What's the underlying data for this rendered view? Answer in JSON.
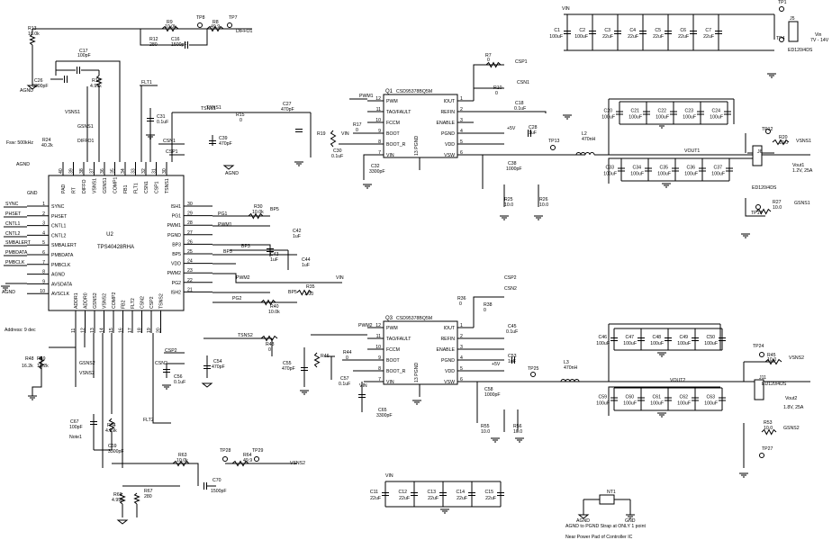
{
  "controller": {
    "ref": "U2",
    "part": "TPS40428RHA",
    "left_pins": [
      {
        "num": "1",
        "name": "SYNC"
      },
      {
        "num": "2",
        "name": "PHSET"
      },
      {
        "num": "3",
        "name": "CNTL1"
      },
      {
        "num": "4",
        "name": "CNTL2"
      },
      {
        "num": "5",
        "name": "SMBALERT"
      },
      {
        "num": "6",
        "name": "PMBDATA"
      },
      {
        "num": "7",
        "name": "PMBCLK"
      },
      {
        "num": "8",
        "name": "AGND"
      },
      {
        "num": "9",
        "name": "AVSDATA"
      },
      {
        "num": "10",
        "name": "AVSCLK"
      }
    ],
    "right_pins": [
      {
        "num": "30",
        "name": "ISH1"
      },
      {
        "num": "29",
        "name": "PG1"
      },
      {
        "num": "28",
        "name": "PWM1"
      },
      {
        "num": "27",
        "name": "PGND"
      },
      {
        "num": "26",
        "name": "BP3"
      },
      {
        "num": "25",
        "name": "BP5"
      },
      {
        "num": "24",
        "name": "VDD"
      },
      {
        "num": "23",
        "name": "PWM2"
      },
      {
        "num": "22",
        "name": "PG2"
      },
      {
        "num": "21",
        "name": "ISH2"
      }
    ],
    "top_pins": [
      {
        "num": "40",
        "name": "PAD"
      },
      {
        "num": "39",
        "name": "RT"
      },
      {
        "num": "38",
        "name": "DIFFO"
      },
      {
        "num": "37",
        "name": "VSNS1"
      },
      {
        "num": "36",
        "name": "GSNS1"
      },
      {
        "num": "35",
        "name": "COMP1"
      },
      {
        "num": "34",
        "name": "FB1"
      },
      {
        "num": "33",
        "name": "FLT1"
      },
      {
        "num": "32",
        "name": "CSN1"
      },
      {
        "num": "31",
        "name": "CSP1"
      },
      {
        "num": "30",
        "name": "TSNS1"
      }
    ],
    "bottom_pins": [
      {
        "num": "11",
        "name": "ADDR1"
      },
      {
        "num": "12",
        "name": "ADDR0"
      },
      {
        "num": "13",
        "name": "GSNS2"
      },
      {
        "num": "14",
        "name": "VSNS2"
      },
      {
        "num": "15",
        "name": "COMP2"
      },
      {
        "num": "16",
        "name": "FB2"
      },
      {
        "num": "17",
        "name": "FLT2"
      },
      {
        "num": "18",
        "name": "CSN2"
      },
      {
        "num": "19",
        "name": "CSP2"
      },
      {
        "num": "20",
        "name": "TSNS2"
      }
    ]
  },
  "powerstages": [
    {
      "ref": "Q1",
      "part": "CSD95378BQ5M",
      "left_pins": [
        {
          "num": "12",
          "name": "PWM"
        },
        {
          "num": "11",
          "name": "TAO/FAULT"
        },
        {
          "num": "10",
          "name": "FCCM"
        },
        {
          "num": "9",
          "name": "BOOT"
        },
        {
          "num": "8",
          "name": "BOOT_R"
        },
        {
          "num": "7",
          "name": "VIN"
        }
      ],
      "right_pins": [
        {
          "num": "1",
          "name": "IOUT"
        },
        {
          "num": "2",
          "name": "REFIN"
        },
        {
          "num": "3",
          "name": "ENABLE"
        },
        {
          "num": "4",
          "name": "PGND"
        },
        {
          "num": "5",
          "name": "VDD"
        },
        {
          "num": "6",
          "name": "VSW"
        }
      ],
      "bottom": "13 PGND"
    },
    {
      "ref": "Q3",
      "part": "CSD95378BQ5M",
      "left_pins": [
        {
          "num": "12",
          "name": "PWM"
        },
        {
          "num": "11",
          "name": "TAO/FAULT"
        },
        {
          "num": "10",
          "name": "FCCM"
        },
        {
          "num": "9",
          "name": "BOOT"
        },
        {
          "num": "8",
          "name": "BOOT_R"
        },
        {
          "num": "7",
          "name": "VIN"
        }
      ],
      "right_pins": [
        {
          "num": "1",
          "name": "IOUT"
        },
        {
          "num": "2",
          "name": "REFIN"
        },
        {
          "num": "3",
          "name": "ENABLE"
        },
        {
          "num": "4",
          "name": "PGND"
        },
        {
          "num": "5",
          "name": "VDD"
        },
        {
          "num": "6",
          "name": "VSW"
        }
      ],
      "bottom": "13 PGND"
    }
  ],
  "input_caps": [
    {
      "ref": "C1",
      "val": "100uF"
    },
    {
      "ref": "C2",
      "val": "100uF"
    },
    {
      "ref": "C3",
      "val": "22uF"
    },
    {
      "ref": "C4",
      "val": "22uF"
    },
    {
      "ref": "C5",
      "val": "22uF"
    },
    {
      "ref": "C6",
      "val": "22uF"
    },
    {
      "ref": "C7",
      "val": "22uF"
    }
  ],
  "input_caps2": [
    {
      "ref": "C11",
      "val": "22uF"
    },
    {
      "ref": "C12",
      "val": "22uF"
    },
    {
      "ref": "C13",
      "val": "22uF"
    },
    {
      "ref": "C14",
      "val": "22uF"
    },
    {
      "ref": "C15",
      "val": "22uF"
    }
  ],
  "out1_caps_top": [
    {
      "ref": "C20",
      "val": "100uF"
    },
    {
      "ref": "C21",
      "val": "100uF"
    },
    {
      "ref": "C22",
      "val": "100uF"
    },
    {
      "ref": "C23",
      "val": "100uF"
    },
    {
      "ref": "C24",
      "val": "100uF"
    }
  ],
  "out1_caps_bot": [
    {
      "ref": "C33",
      "val": "100uF"
    },
    {
      "ref": "C34",
      "val": "100uF"
    },
    {
      "ref": "C35",
      "val": "100uF"
    },
    {
      "ref": "C36",
      "val": "100uF"
    },
    {
      "ref": "C37",
      "val": "100uF"
    }
  ],
  "out2_caps_top": [
    {
      "ref": "C46",
      "val": "100uF"
    },
    {
      "ref": "C47",
      "val": "100uF"
    },
    {
      "ref": "C48",
      "val": "100uF"
    },
    {
      "ref": "C49",
      "val": "100uF"
    },
    {
      "ref": "C50",
      "val": "100uF"
    }
  ],
  "out2_caps_bot": [
    {
      "ref": "C59",
      "val": "100uF"
    },
    {
      "ref": "C60",
      "val": "100uF"
    },
    {
      "ref": "C61",
      "val": "100uF"
    },
    {
      "ref": "C62",
      "val": "100uF"
    },
    {
      "ref": "C63",
      "val": "100uF"
    }
  ],
  "labels": [
    {
      "id": "tp8",
      "t": "TP8"
    },
    {
      "id": "tp7",
      "t": "TP7"
    },
    {
      "id": "diffo1",
      "t": "DIFFO1"
    },
    {
      "id": "r9",
      "t": "R9"
    },
    {
      "id": "r9v",
      "t": "10.0k"
    },
    {
      "id": "r8",
      "t": "R8"
    },
    {
      "id": "r8v",
      "t": "49.9"
    },
    {
      "id": "r12",
      "t": "R12"
    },
    {
      "id": "r12v",
      "t": "280"
    },
    {
      "id": "c16",
      "t": "C16"
    },
    {
      "id": "c16v",
      "t": "1500pF"
    },
    {
      "id": "r13",
      "t": "R13"
    },
    {
      "id": "r13v",
      "t": "10.0k"
    },
    {
      "id": "agnd1",
      "t": "AGND"
    },
    {
      "id": "c17",
      "t": "C17"
    },
    {
      "id": "c17v",
      "t": "100pF"
    },
    {
      "id": "c26",
      "t": "C26"
    },
    {
      "id": "c26v",
      "t": "3300pF"
    },
    {
      "id": "r16",
      "t": "R16"
    },
    {
      "id": "r16v",
      "t": "4.99k"
    },
    {
      "id": "flt1",
      "t": "FLT1"
    },
    {
      "id": "c31",
      "t": "C31"
    },
    {
      "id": "c31v",
      "t": "0.1uF"
    },
    {
      "id": "vsns1",
      "t": "VSNS1"
    },
    {
      "id": "gsns1",
      "t": "GSNS1"
    },
    {
      "id": "diffo1b",
      "t": "DIFFO1"
    },
    {
      "id": "csn1",
      "t": "CSN1"
    },
    {
      "id": "csp1",
      "t": "CSP1"
    },
    {
      "id": "tsns1",
      "t": "TSNS1"
    },
    {
      "id": "c39",
      "t": "C39"
    },
    {
      "id": "c39v",
      "t": "470pF"
    },
    {
      "id": "agnd2",
      "t": "AGND"
    },
    {
      "id": "fsw",
      "t": "Fsw: 500kHz"
    },
    {
      "id": "r24",
      "t": "R24"
    },
    {
      "id": "r24v",
      "t": "40.2k"
    },
    {
      "id": "agnd3",
      "t": "AGND"
    },
    {
      "id": "gnd1",
      "t": "GND"
    },
    {
      "id": "sync",
      "t": "SYNC"
    },
    {
      "id": "phset",
      "t": "PHSET"
    },
    {
      "id": "cntl1",
      "t": "CNTL1"
    },
    {
      "id": "cntl2",
      "t": "CNTL2"
    },
    {
      "id": "smbalert",
      "t": "SMBALERT"
    },
    {
      "id": "pmbdata",
      "t": "PMBDATA"
    },
    {
      "id": "pmbclk",
      "t": "PMBCLK"
    },
    {
      "id": "agnd4",
      "t": "AGND"
    },
    {
      "id": "pg1",
      "t": "PG1"
    },
    {
      "id": "pwm1",
      "t": "PWM1"
    },
    {
      "id": "r30",
      "t": "R30"
    },
    {
      "id": "r30v",
      "t": "10.0k"
    },
    {
      "id": "bp5a",
      "t": "BP5"
    },
    {
      "id": "c42",
      "t": "C42"
    },
    {
      "id": "c42v",
      "t": "1uF"
    },
    {
      "id": "bp3",
      "t": "BP3"
    },
    {
      "id": "bp5b",
      "t": "BP5"
    },
    {
      "id": "c43",
      "t": "C43"
    },
    {
      "id": "c43v",
      "t": "1uF"
    },
    {
      "id": "c44",
      "t": "C44"
    },
    {
      "id": "c44v",
      "t": "1uF"
    },
    {
      "id": "vin1",
      "t": "VIN"
    },
    {
      "id": "pwm2",
      "t": "PWM2"
    },
    {
      "id": "r35",
      "t": "R35"
    },
    {
      "id": "r35v",
      "t": "1.00"
    },
    {
      "id": "pg2",
      "t": "PG2"
    },
    {
      "id": "bp5c",
      "t": "BP5"
    },
    {
      "id": "r40",
      "t": "R40"
    },
    {
      "id": "r40v",
      "t": "10.0k"
    },
    {
      "id": "pwm1b",
      "t": "PWM1"
    },
    {
      "id": "r7",
      "t": "R7"
    },
    {
      "id": "r7v",
      "t": "0"
    },
    {
      "id": "csp1b",
      "t": "CSP1"
    },
    {
      "id": "r10",
      "t": "R10"
    },
    {
      "id": "r10v",
      "t": "0"
    },
    {
      "id": "csn1b",
      "t": "CSN1"
    },
    {
      "id": "c18",
      "t": "C18"
    },
    {
      "id": "c18v",
      "t": "0.1uF"
    },
    {
      "id": "tsns1b",
      "t": "TSNS1"
    },
    {
      "id": "r15",
      "t": "R15"
    },
    {
      "id": "r15v",
      "t": "0"
    },
    {
      "id": "c27",
      "t": "C27"
    },
    {
      "id": "c27v",
      "t": "470pF"
    },
    {
      "id": "r19",
      "t": "R19"
    },
    {
      "id": "r17",
      "t": "R17"
    },
    {
      "id": "r17v",
      "t": "0"
    },
    {
      "id": "c30",
      "t": "C30"
    },
    {
      "id": "c30v",
      "t": "0.1uF"
    },
    {
      "id": "c32",
      "t": "C32"
    },
    {
      "id": "c32v",
      "t": "3300pF"
    },
    {
      "id": "vin2",
      "t": "VIN"
    },
    {
      "id": "p5v1",
      "t": "+5V"
    },
    {
      "id": "c28",
      "t": "C28"
    },
    {
      "id": "c28v",
      "t": "1uF"
    },
    {
      "id": "tp13",
      "t": "TP13"
    },
    {
      "id": "l2",
      "t": "L2"
    },
    {
      "id": "l2v",
      "t": "470nH"
    },
    {
      "id": "c38",
      "t": "C38"
    },
    {
      "id": "c38v",
      "t": "1000pF"
    },
    {
      "id": "r25",
      "t": "R25"
    },
    {
      "id": "r25v",
      "t": "10.0"
    },
    {
      "id": "r26",
      "t": "R26"
    },
    {
      "id": "r26v",
      "t": "10.0"
    },
    {
      "id": "vin3",
      "t": "VIN"
    },
    {
      "id": "tp1",
      "t": "TP1"
    },
    {
      "id": "j5",
      "t": "J5"
    },
    {
      "id": "vinrange",
      "t": "Vin"
    },
    {
      "id": "vinrange2",
      "t": "7V - 14V"
    },
    {
      "id": "tp4",
      "t": "TP4"
    },
    {
      "id": "ed120",
      "t": "ED120/4DS"
    },
    {
      "id": "tp12",
      "t": "TP12"
    },
    {
      "id": "r20",
      "t": "R20"
    },
    {
      "id": "r20v",
      "t": "10.0"
    },
    {
      "id": "vsns1b",
      "t": "VSNS1"
    },
    {
      "id": "vout1",
      "t": "VOUT1"
    },
    {
      "id": "j6",
      "t": "J6"
    },
    {
      "id": "vout1r",
      "t": "Vout1"
    },
    {
      "id": "vout1v",
      "t": "1.2V, 25A"
    },
    {
      "id": "ed120b",
      "t": "ED120/4DS"
    },
    {
      "id": "r27",
      "t": "R27"
    },
    {
      "id": "r27v",
      "t": "10.0"
    },
    {
      "id": "gsns1b",
      "t": "GSNS1"
    },
    {
      "id": "tp17",
      "t": "TP17"
    },
    {
      "id": "addr",
      "t": "Address: 9 dec"
    },
    {
      "id": "r48",
      "t": "R48"
    },
    {
      "id": "r48v",
      "t": "16.2k"
    },
    {
      "id": "r49",
      "t": "R49"
    },
    {
      "id": "r49v",
      "t": "16.2k"
    },
    {
      "id": "gsns2",
      "t": "GSNS2"
    },
    {
      "id": "vsns2",
      "t": "VSNS2"
    },
    {
      "id": "csp2",
      "t": "CSP2"
    },
    {
      "id": "csn2",
      "t": "CSN2"
    },
    {
      "id": "c54",
      "t": "C54"
    },
    {
      "id": "c54v",
      "t": "470pF"
    },
    {
      "id": "c56",
      "t": "C56"
    },
    {
      "id": "c56v",
      "t": "0.1uF"
    },
    {
      "id": "flt2",
      "t": "FLT2"
    },
    {
      "id": "c67",
      "t": "C67"
    },
    {
      "id": "c67v",
      "t": "100pF"
    },
    {
      "id": "note1",
      "t": "Note1"
    },
    {
      "id": "r54",
      "t": "R54"
    },
    {
      "id": "r54v",
      "t": "4.99k"
    },
    {
      "id": "c69",
      "t": "C69"
    },
    {
      "id": "c69v",
      "t": "3300pF"
    },
    {
      "id": "r63",
      "t": "R63"
    },
    {
      "id": "r63v",
      "t": "10.0k"
    },
    {
      "id": "tp28",
      "t": "TP28"
    },
    {
      "id": "tp29",
      "t": "TP29"
    },
    {
      "id": "r64",
      "t": "R64"
    },
    {
      "id": "r64v",
      "t": "49.9"
    },
    {
      "id": "vsns2b",
      "t": "VSNS2"
    },
    {
      "id": "c70",
      "t": "C70"
    },
    {
      "id": "c70v",
      "t": "1500pF"
    },
    {
      "id": "r66",
      "t": "R66"
    },
    {
      "id": "r66v",
      "t": "4.99k"
    },
    {
      "id": "r67",
      "t": "R67"
    },
    {
      "id": "r67v",
      "t": "280"
    },
    {
      "id": "tsns2",
      "t": "TSNS2"
    },
    {
      "id": "r43",
      "t": "R43"
    },
    {
      "id": "r43v",
      "t": "0"
    },
    {
      "id": "pwm2b",
      "t": "PWM2"
    },
    {
      "id": "c55",
      "t": "C55"
    },
    {
      "id": "c55v",
      "t": "470pF"
    },
    {
      "id": "r46",
      "t": "R46"
    },
    {
      "id": "r44",
      "t": "R44"
    },
    {
      "id": "r44v",
      "t": "0"
    },
    {
      "id": "c57",
      "t": "C57"
    },
    {
      "id": "c57v",
      "t": "0.1uF"
    },
    {
      "id": "vin4",
      "t": "VIN"
    },
    {
      "id": "c65",
      "t": "C65"
    },
    {
      "id": "c65v",
      "t": "3300pF"
    },
    {
      "id": "csp2b",
      "t": "CSP2"
    },
    {
      "id": "csn2b",
      "t": "CSN2"
    },
    {
      "id": "r36",
      "t": "R36"
    },
    {
      "id": "r36v",
      "t": "0"
    },
    {
      "id": "r38",
      "t": "R38"
    },
    {
      "id": "r38v",
      "t": "0"
    },
    {
      "id": "c45",
      "t": "C45"
    },
    {
      "id": "c45v",
      "t": "0.1uF"
    },
    {
      "id": "p5v2",
      "t": "+5V"
    },
    {
      "id": "c53",
      "t": "C53"
    },
    {
      "id": "c53v",
      "t": "1uF"
    },
    {
      "id": "tp25",
      "t": "TP25"
    },
    {
      "id": "l3",
      "t": "L3"
    },
    {
      "id": "l3v",
      "t": "470nH"
    },
    {
      "id": "c58",
      "t": "C58"
    },
    {
      "id": "c58v",
      "t": "1000pF"
    },
    {
      "id": "r55",
      "t": "R55"
    },
    {
      "id": "r55v",
      "t": "10.0"
    },
    {
      "id": "r56",
      "t": "R56"
    },
    {
      "id": "r56v",
      "t": "10.0"
    },
    {
      "id": "tp24",
      "t": "TP24"
    },
    {
      "id": "r45",
      "t": "R45"
    },
    {
      "id": "r45v",
      "t": "10.0"
    },
    {
      "id": "vsns2c",
      "t": "VSNS2"
    },
    {
      "id": "vout2",
      "t": "VOUT2"
    },
    {
      "id": "j11",
      "t": "J11"
    },
    {
      "id": "ed120c",
      "t": "ED120/4DS"
    },
    {
      "id": "vout2r",
      "t": "Vout2"
    },
    {
      "id": "vout2v",
      "t": "1.8V, 25A"
    },
    {
      "id": "r53",
      "t": "R53"
    },
    {
      "id": "r53v",
      "t": "10.0"
    },
    {
      "id": "gsns2b",
      "t": "GSNS2"
    },
    {
      "id": "tp27",
      "t": "TP27"
    },
    {
      "id": "vin5",
      "t": "VIN"
    },
    {
      "id": "nt1",
      "t": "NT1"
    },
    {
      "id": "agndn",
      "t": "AGND"
    },
    {
      "id": "gndn",
      "t": "GND"
    },
    {
      "id": "note_a",
      "t": "AGND to PGND Strap at ONLY 1 point"
    },
    {
      "id": "note_b",
      "t": "Near Power Pad of Controller IC"
    }
  ]
}
